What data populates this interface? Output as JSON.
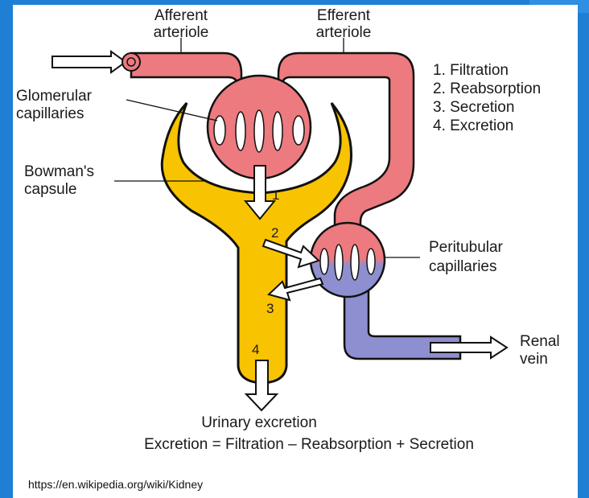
{
  "labels": {
    "afferent_line1": "Afferent",
    "afferent_line2": "arteriole",
    "efferent_line1": "Efferent",
    "efferent_line2": "arteriole",
    "glomerular_line1": "Glomerular",
    "glomerular_line2": "capillaries",
    "bowman_line1": "Bowman's",
    "bowman_line2": "capsule",
    "peritubular_line1": "Peritubular",
    "peritubular_line2": "capillaries",
    "renal_line1": "Renal",
    "renal_line2": "vein",
    "urinary_excretion": "Urinary excretion",
    "equation": "Excretion = Filtration – Reabsorption + Secretion"
  },
  "process_list": [
    "1. Filtration",
    "2. Reabsorption",
    "3. Secretion",
    "4. Excretion"
  ],
  "arrow_numbers": [
    "1",
    "2",
    "3",
    "4"
  ],
  "source_url": "https://en.wikipedia.org/wiki/Kidney",
  "colors": {
    "arterial": "#ec7a7f",
    "venous": "#8d8fd0",
    "tubule": "#f8c300",
    "frame": "#1f7fd4"
  }
}
